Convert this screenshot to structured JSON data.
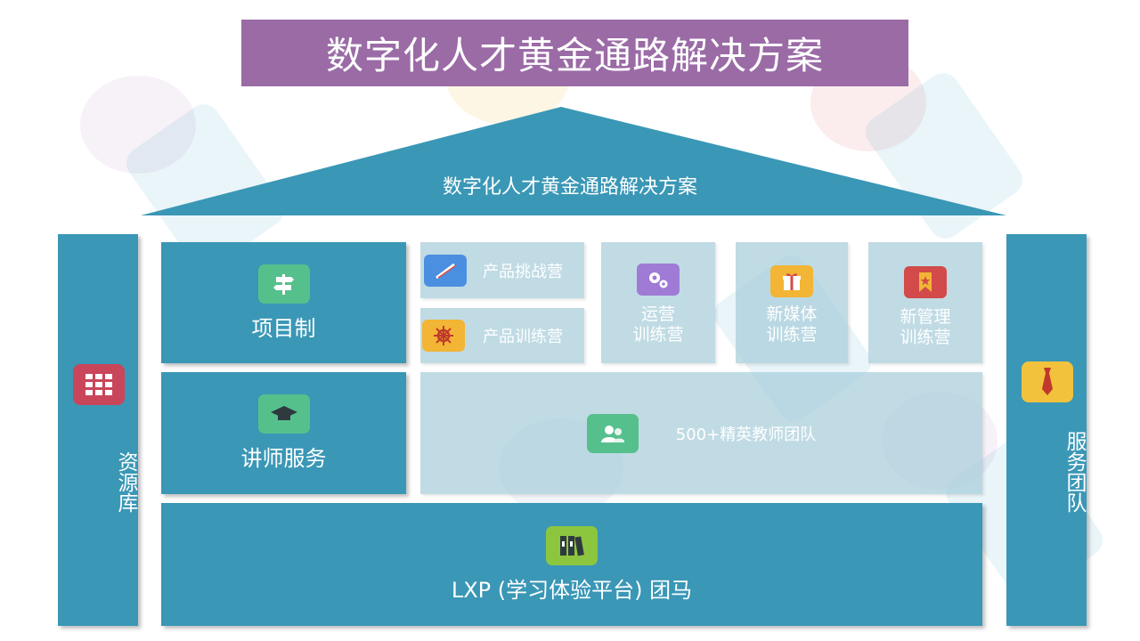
{
  "title": "数字化人才黄金通路解决方案",
  "roof_label": "数字化人才黄金通路解决方案",
  "left_pillar": {
    "label": "资源库",
    "icon": "grid-icon",
    "icon_color": "#c9455a"
  },
  "right_pillar": {
    "label": "服务团队",
    "icon": "tie-icon",
    "icon_color": "#f2c23c"
  },
  "modules": {
    "project": {
      "label": "项目制",
      "icon": "signpost-icon",
      "icon_color": "#56c08d"
    },
    "lecturer": {
      "label": "讲师服务",
      "icon": "graduation-cap-icon",
      "icon_color": "#56c08d"
    },
    "challenge_camp": {
      "label": "产品挑战营",
      "icon": "rocket-icon",
      "icon_color": "#4a8fe0"
    },
    "training_camp": {
      "label": "产品训练营",
      "icon": "helm-icon",
      "icon_color": "#f2b535"
    },
    "ops_camp": {
      "label": "运营\n训练营",
      "icon": "gears-icon",
      "icon_color": "#a07bd6"
    },
    "media_camp": {
      "label": "新媒体\n训练营",
      "icon": "gift-icon",
      "icon_color": "#f2b535"
    },
    "mgmt_camp": {
      "label": "新管理\n训练营",
      "icon": "bookmark-icon",
      "icon_color": "#d24a4a"
    },
    "teachers": {
      "label": "500+精英教师团队",
      "icon": "users-icon",
      "icon_color": "#56c08d"
    },
    "platform": {
      "label": "LXP (学习体验平台) 团马",
      "icon": "books-icon",
      "icon_color": "#8cc63f"
    }
  },
  "colors": {
    "primary": "#3a97b6",
    "title_bg": "#9b6ba6",
    "light_box": "#a8cdd9"
  }
}
